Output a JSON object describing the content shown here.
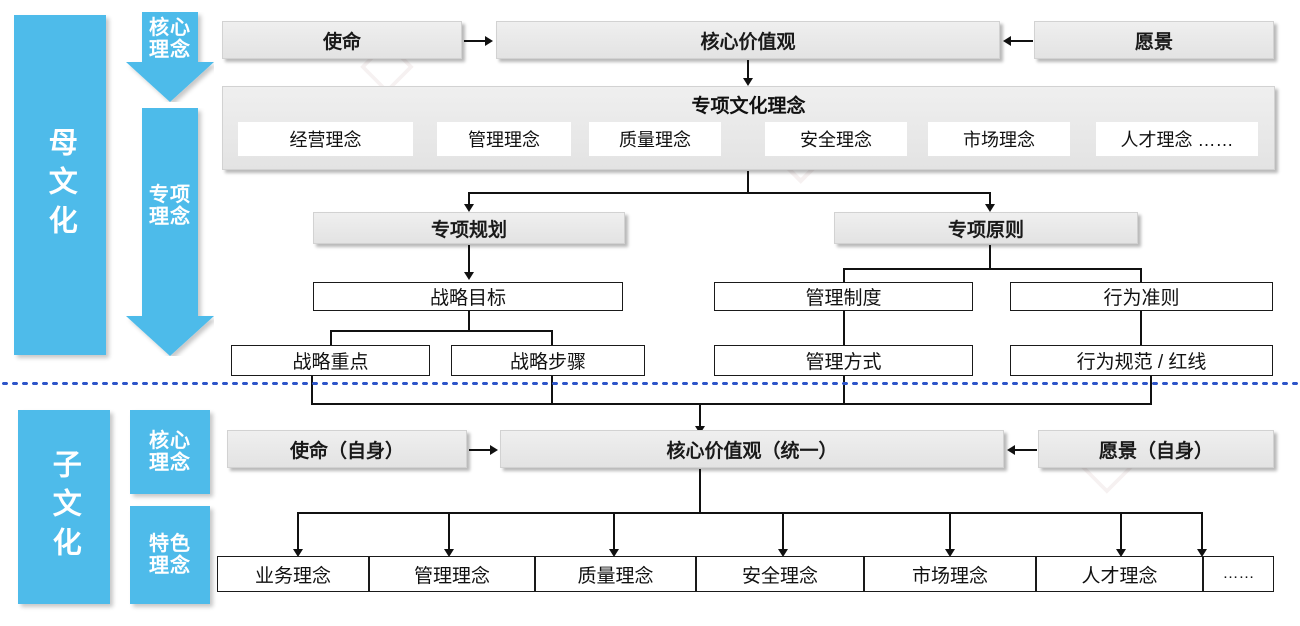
{
  "divider": {
    "color": "#2f55c9"
  },
  "theme": {
    "blue": "#4EBBEA",
    "grey_box": "#e9e9e9",
    "line": "#111111"
  },
  "parent_culture": {
    "side_label": "母文化",
    "arrows": [
      {
        "label_line1": "核心",
        "label_line2": "理念"
      },
      {
        "label_line1": "专项",
        "label_line2": "理念"
      }
    ],
    "top_row": {
      "mission": "使命",
      "core_values": "核心价值观",
      "vision": "愿景"
    },
    "special_culture_panel": {
      "title": "专项文化理念",
      "items": [
        "经营理念",
        "管理理念",
        "质量理念",
        "安全理念",
        "市场理念",
        "人才理念  ……"
      ]
    },
    "branch_left": {
      "head": "专项规划",
      "level2": "战略目标",
      "level3": [
        "战略重点",
        "战略步骤"
      ]
    },
    "branch_right": {
      "head": "专项原则",
      "level2": [
        "管理制度",
        "行为准则"
      ],
      "level3": [
        "管理方式",
        "行为规范 / 红线"
      ]
    }
  },
  "sub_culture": {
    "side_label": "子文化",
    "tags": [
      {
        "line1": "核心",
        "line2": "理念"
      },
      {
        "line1": "特色",
        "line2": "理念"
      }
    ],
    "top_row": {
      "mission": "使命（自身）",
      "core_values": "核心价值观（统一）",
      "vision": "愿景（自身）"
    },
    "items": [
      "业务理念",
      "管理理念",
      "质量理念",
      "安全理念",
      "市场理念",
      "人才理念",
      "……"
    ]
  }
}
